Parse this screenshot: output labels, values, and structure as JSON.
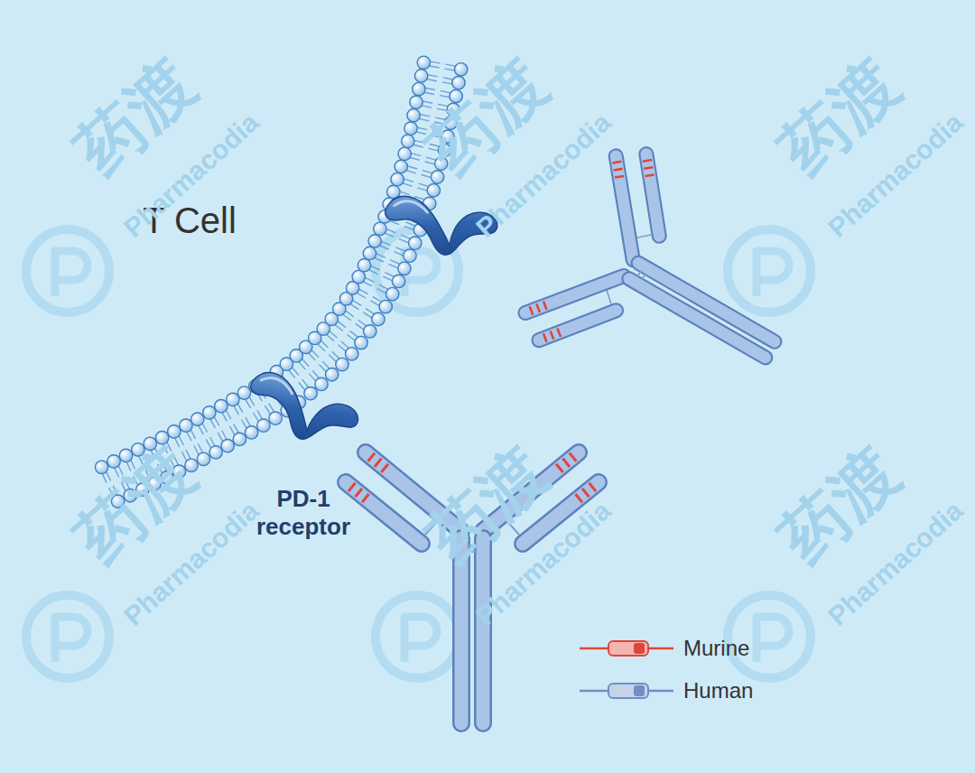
{
  "diagram": {
    "labels": [
      "T Cell",
      "PD-1 receptor",
      "药渡",
      "Pharmacodia",
      "药渡",
      "Pharmacodia",
      "药渡",
      "Pharmacodia",
      "药渡",
      "Pharmacodia",
      "药渡",
      "Pharmacodia",
      "药渡",
      "Pharmacodia"
    ],
    "legend": [
      {
        "text": "Murine",
        "color": "#e0453b"
      },
      {
        "text": "Human",
        "color": "#6f8fc4"
      }
    ]
  }
}
